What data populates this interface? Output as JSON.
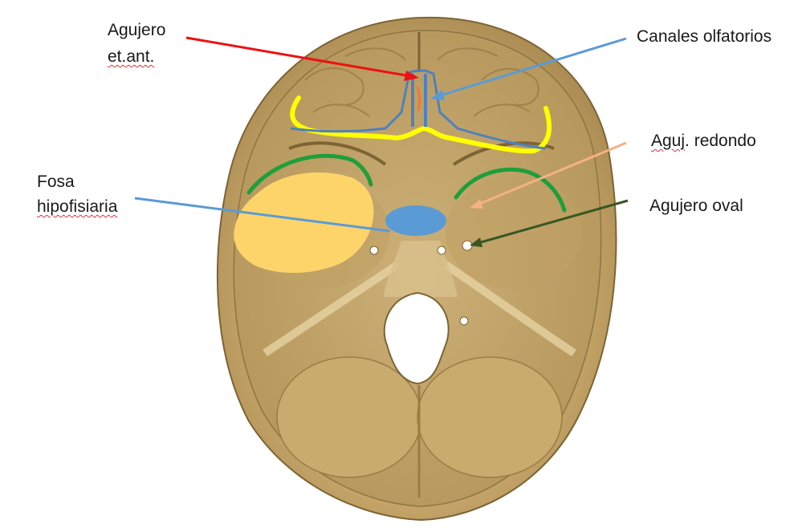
{
  "labels": {
    "agujero_et_ant_line1": "Agujero",
    "agujero_et_ant_line2": "et.ant.",
    "canales_olfatorios": "Canales olfatorios",
    "aguj_redondo_word1": "Aguj",
    "aguj_redondo_rest": ". redondo",
    "agujero_oval": "Agujero oval",
    "fosa_hipofisiaria_line1": "Fosa",
    "fosa_hipofisiaria_line2": "hipofisiaria"
  },
  "colors": {
    "bone": "#c9ab6e",
    "bone_dark": "#8d7340",
    "bone_light": "#e6d3a2",
    "arrow_red": "#ee1111",
    "arrow_blue": "#5b9bd5",
    "arrow_peach": "#f4b183",
    "arrow_dark_green": "#385723",
    "outline_yellow": "#ffff00",
    "outline_green": "#1f9e3a",
    "canal_blue": "#4f81bd",
    "fill_blue": "#5b9bd5",
    "fill_orange": "#fdd46a"
  }
}
